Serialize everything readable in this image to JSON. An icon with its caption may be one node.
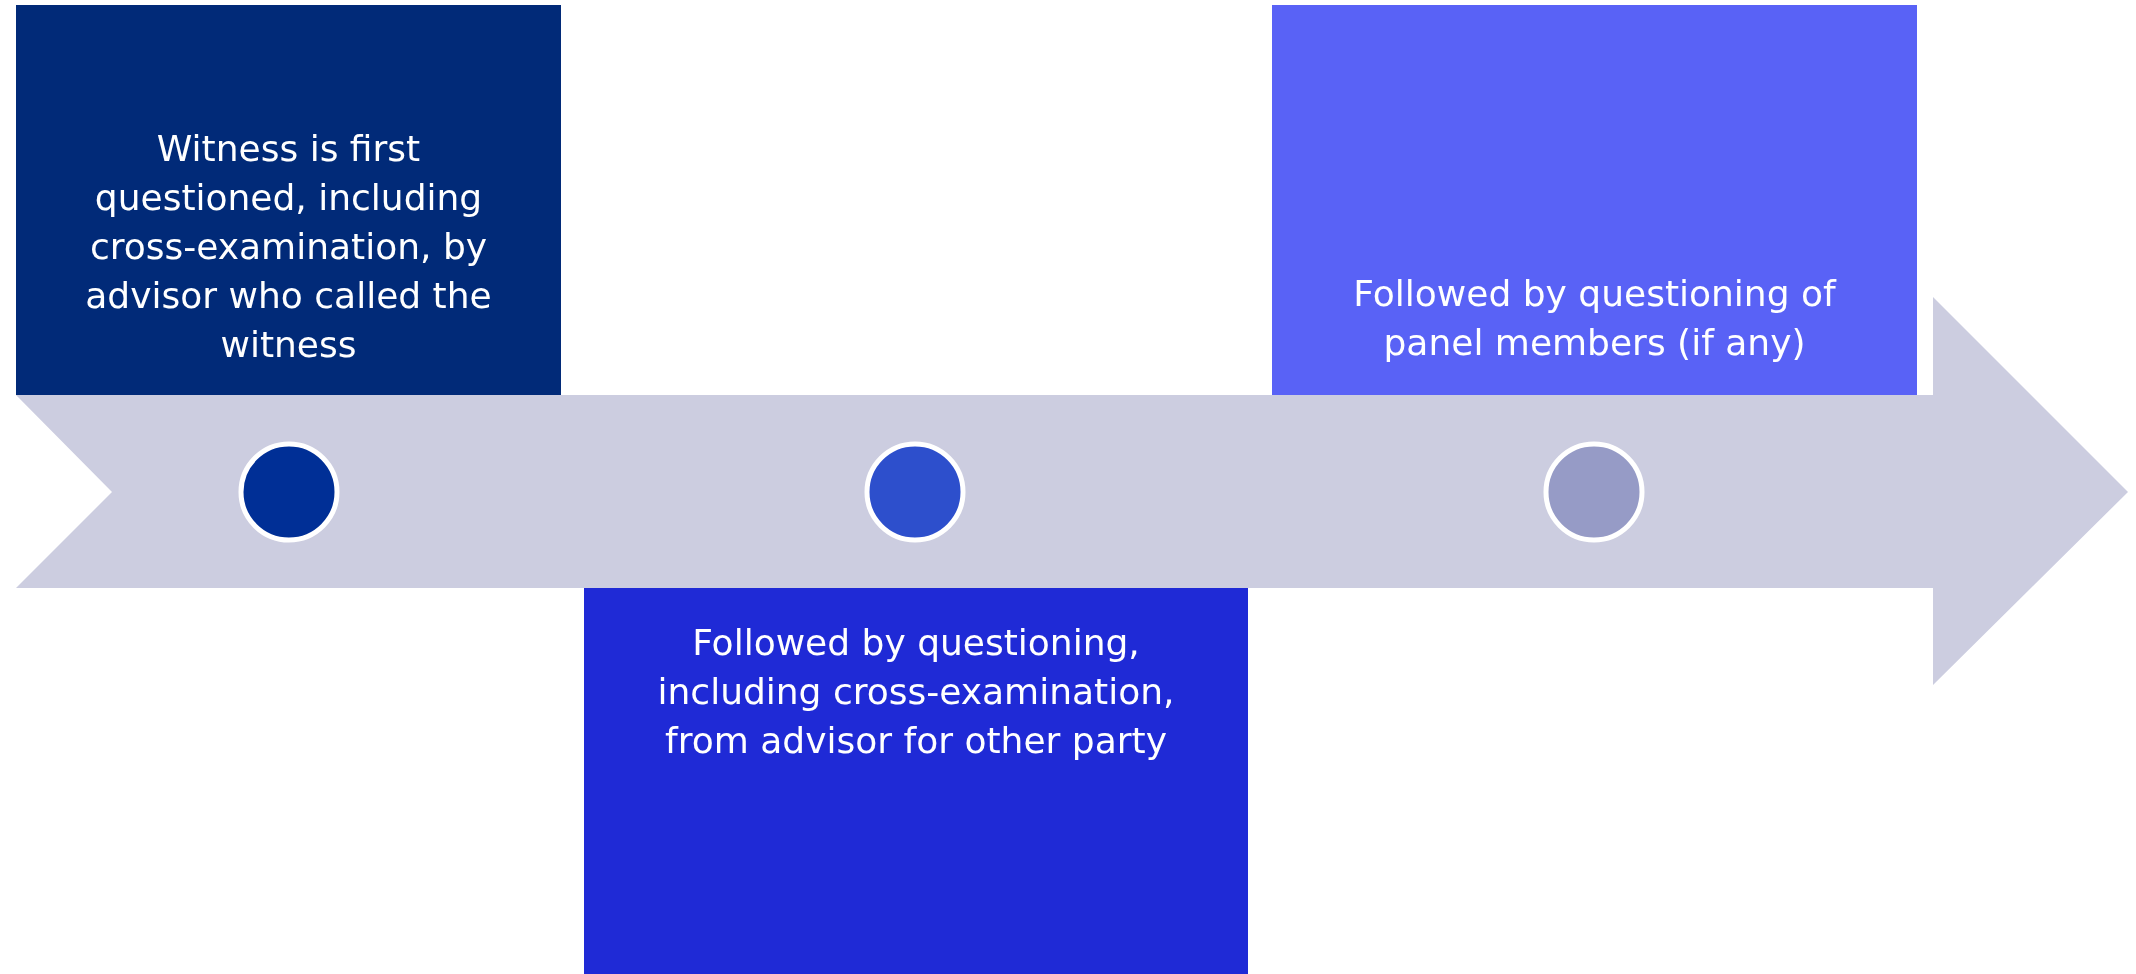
{
  "diagram": {
    "nodes": [
      {
        "text": [
          "Witness is first questioned, including cross-examination, by advisor who called the witness"
        ]
      },
      {
        "text": [
          "Followed by questioning, including cross-examination, from advisor for other party"
        ]
      },
      {
        "text": [
          "Followed by questioning of panel members (if any)"
        ]
      }
    ]
  }
}
